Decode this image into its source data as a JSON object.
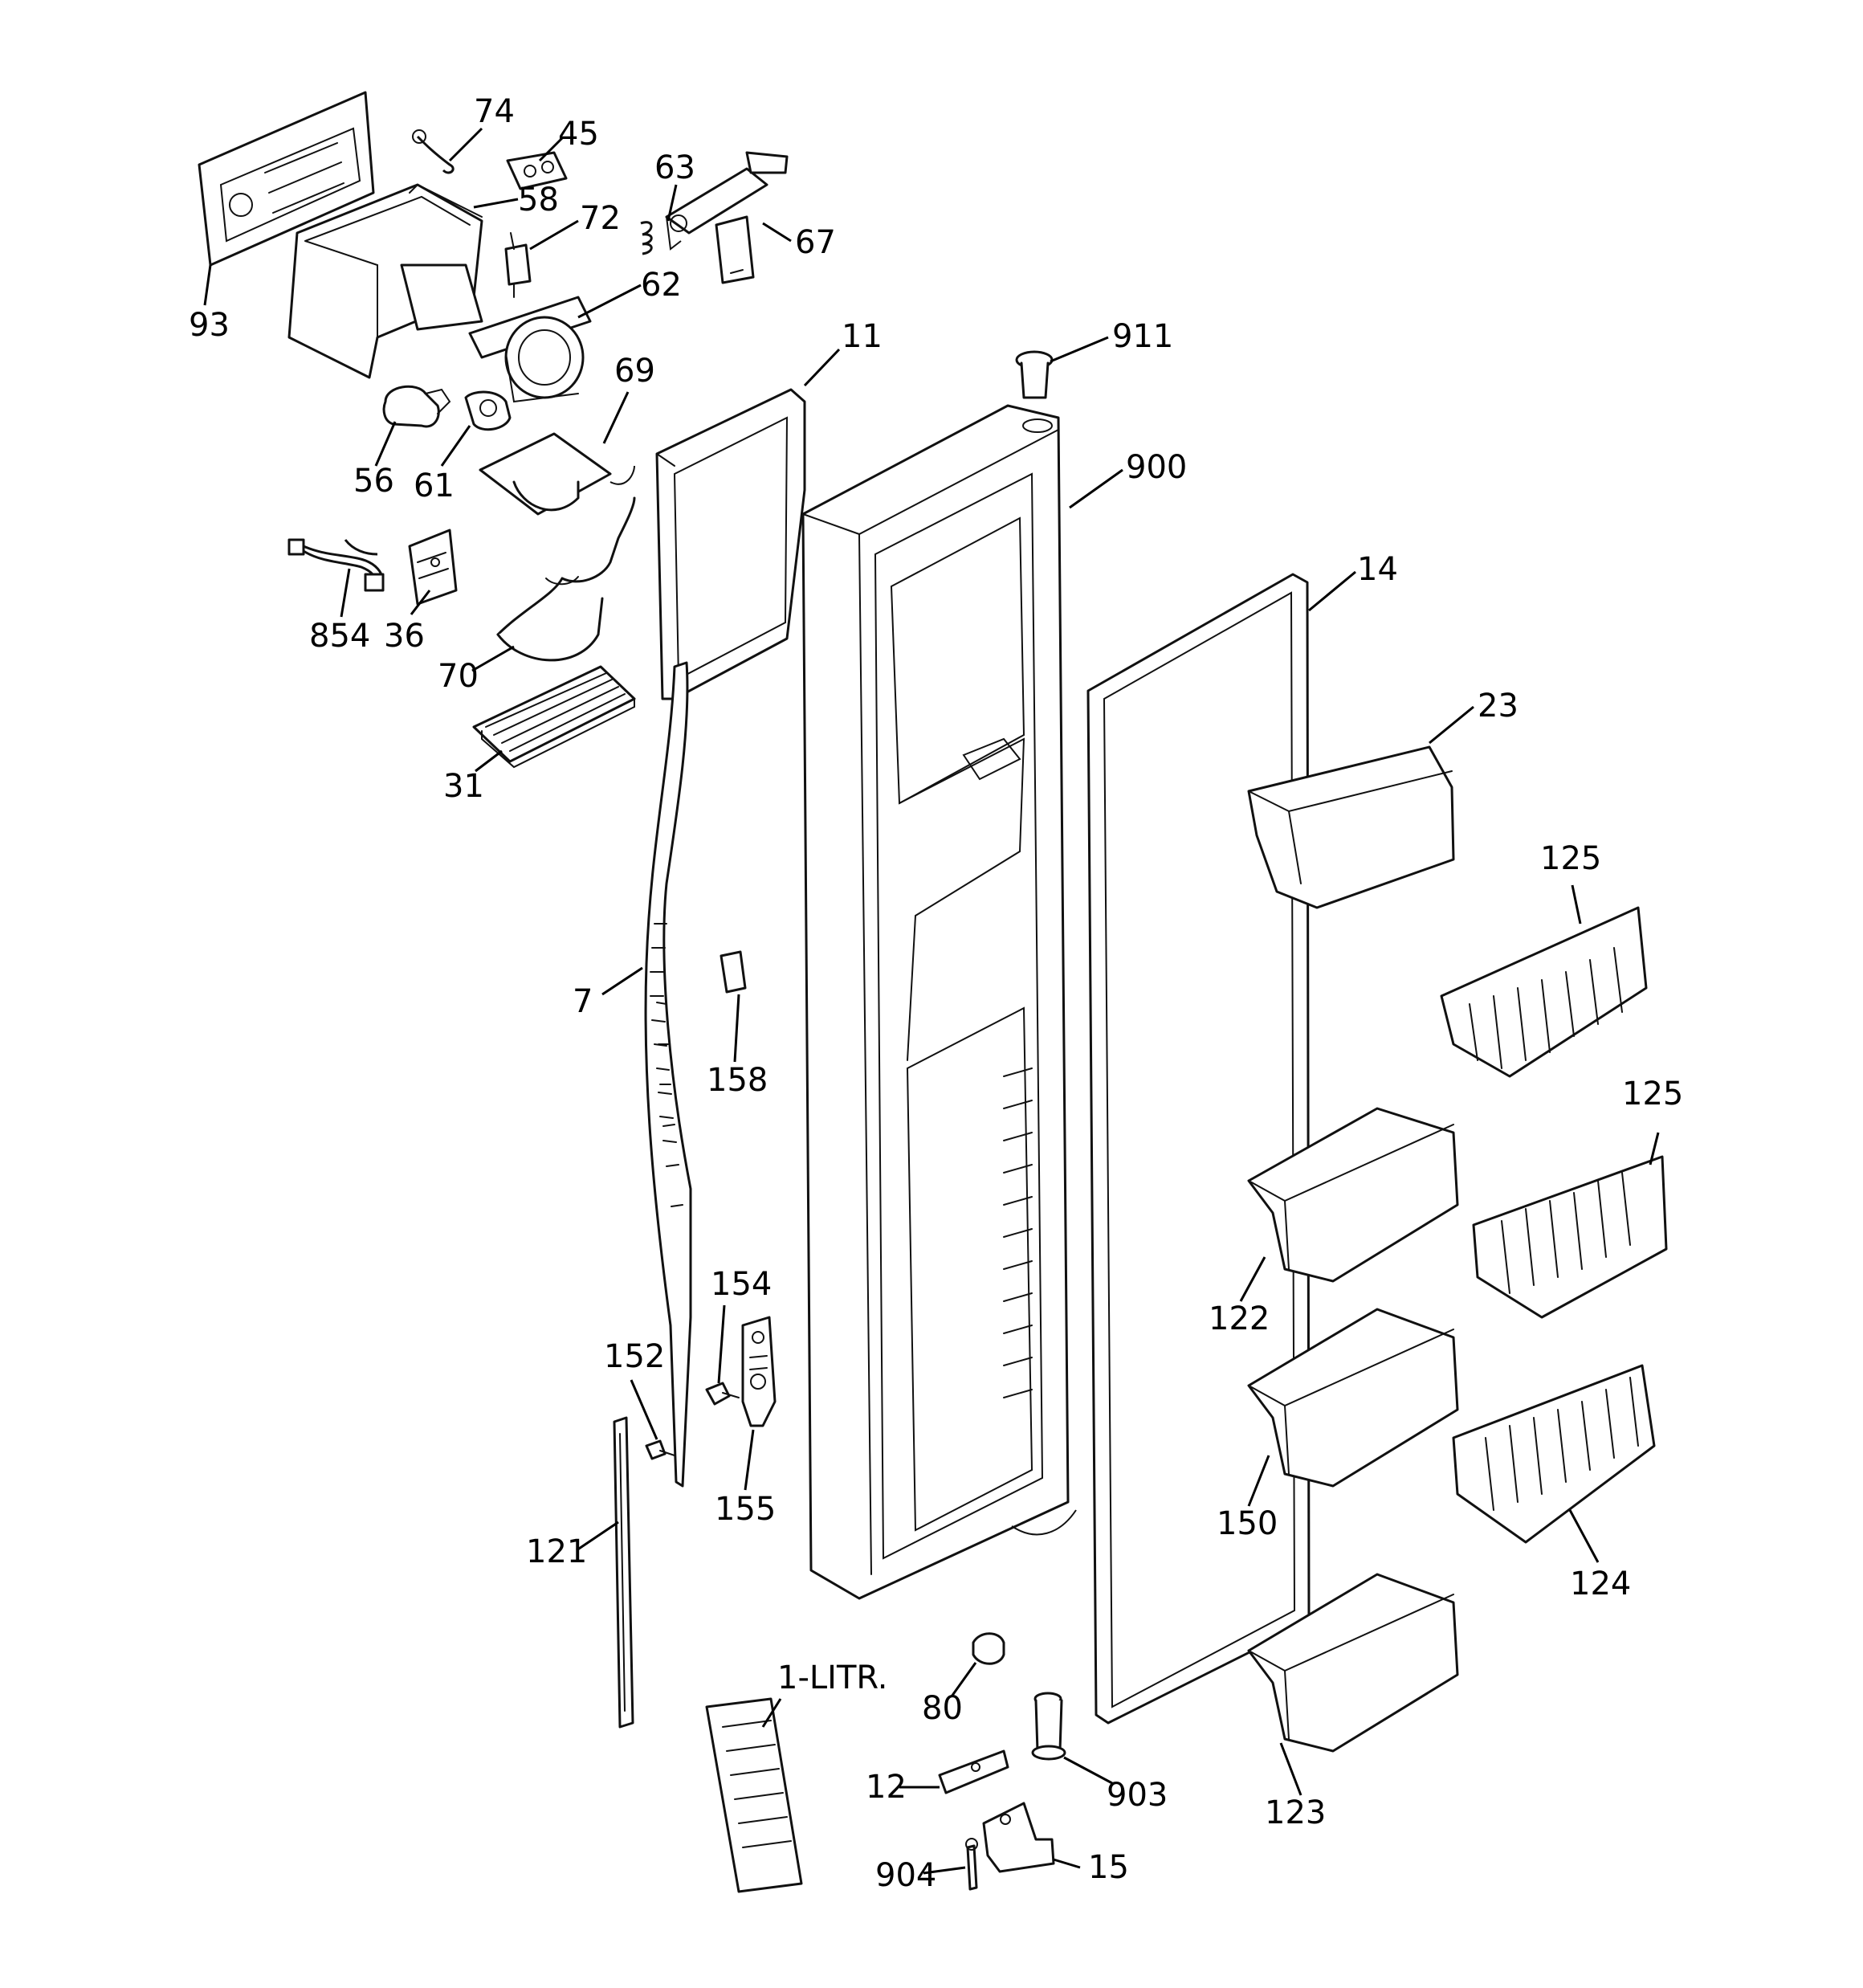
{
  "callouts": {
    "c93": "93",
    "c74": "74",
    "c45": "45",
    "c58": "58",
    "c63": "63",
    "c72": "72",
    "c67": "67",
    "c62": "62",
    "c11": "11",
    "c911": "911",
    "c69": "69",
    "c56": "56",
    "c61": "61",
    "c900": "900",
    "c854": "854",
    "c36": "36",
    "c14": "14",
    "c70": "70",
    "c23": "23",
    "c31": "31",
    "c125a": "125",
    "c7": "7",
    "c158": "158",
    "c125b": "125",
    "c122": "122",
    "c154": "154",
    "c152": "152",
    "c150": "150",
    "c155": "155",
    "c124": "124",
    "c121": "121",
    "c1litr": "1-LITR.",
    "c80": "80",
    "c12": "12",
    "c903": "903",
    "c123": "123",
    "c15": "15",
    "c904": "904"
  }
}
